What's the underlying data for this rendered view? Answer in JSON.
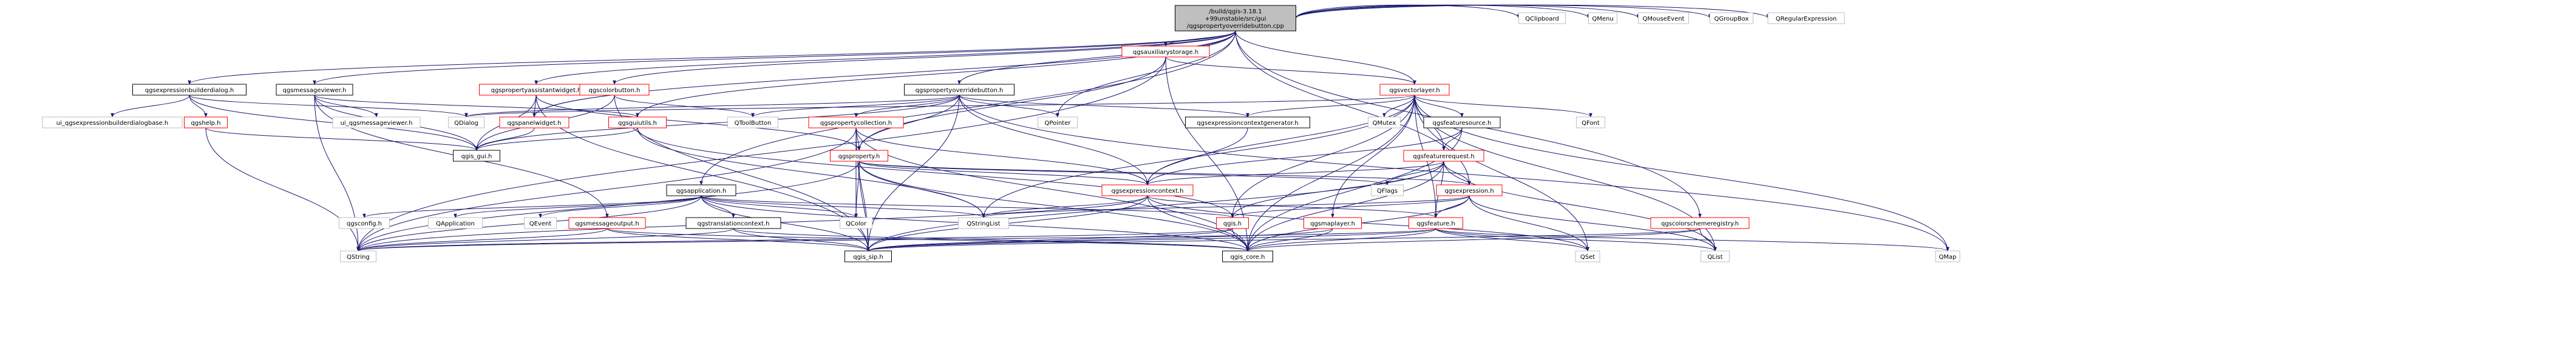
{
  "diagram": {
    "kind": "include-dependency-graph",
    "colors": {
      "edge": "#191970",
      "root_fill": "#bfbfbf",
      "red_border": "#ff0000",
      "gray_border": "#bfbfbf",
      "black_border": "#000000",
      "text": "#000000"
    },
    "nodes": [
      {
        "id": "root",
        "lines": [
          "/build/qgis-3.18.1",
          "+99unstable/src/gui",
          "/qgspropertyoverridebutton.cpp"
        ],
        "style": "root"
      },
      {
        "id": "qgsexpressionbuilderdialog",
        "lines": [
          "qgsexpressionbuilderdialog.h"
        ],
        "style": "black"
      },
      {
        "id": "ui_qgsexpressionbuilderdialogbase",
        "lines": [
          "ui_qgsexpressionbuilderdialogbase.h"
        ],
        "style": "gray"
      },
      {
        "id": "qgshelp",
        "lines": [
          "qgshelp.h"
        ],
        "style": "red"
      },
      {
        "id": "qgsmessageviewer",
        "lines": [
          "qgsmessageviewer.h"
        ],
        "style": "black"
      },
      {
        "id": "ui_qgsmessageviewer",
        "lines": [
          "ui_qgsmessageviewer.h"
        ],
        "style": "gray"
      },
      {
        "id": "qdialog",
        "lines": [
          "QDialog"
        ],
        "style": "gray"
      },
      {
        "id": "qgspropertyassistantwidget",
        "lines": [
          "qgspropertyassistantwidget.h"
        ],
        "style": "red"
      },
      {
        "id": "qgspanelwidget",
        "lines": [
          "qgspanelwidget.h"
        ],
        "style": "red"
      },
      {
        "id": "qgscolorbutton",
        "lines": [
          "qgscolorbutton.h"
        ],
        "style": "red"
      },
      {
        "id": "qgsguiutils",
        "lines": [
          "qgsguiutils.h"
        ],
        "style": "red"
      },
      {
        "id": "qgs_gui",
        "lines": [
          "qgis_gui.h"
        ],
        "style": "black"
      },
      {
        "id": "qgspropertyoverridebutton",
        "lines": [
          "qgspropertyoverridebutton.h"
        ],
        "style": "black"
      },
      {
        "id": "qtoolbutton",
        "lines": [
          "QToolButton"
        ],
        "style": "gray"
      },
      {
        "id": "qpointer",
        "lines": [
          "QPointer"
        ],
        "style": "gray"
      },
      {
        "id": "qgspropertycollection",
        "lines": [
          "qgspropertycollection.h"
        ],
        "style": "red"
      },
      {
        "id": "qgsproperty",
        "lines": [
          "qgsproperty.h"
        ],
        "style": "red"
      },
      {
        "id": "qgsauxiliarystorage",
        "lines": [
          "qgsauxiliarystorage.h"
        ],
        "style": "red"
      },
      {
        "id": "qgsvectorlayer",
        "lines": [
          "qgsvectorlayer.h"
        ],
        "style": "red"
      },
      {
        "id": "qgsexpressioncontextgenerator",
        "lines": [
          "qgsexpressioncontextgenerator.h"
        ],
        "style": "black"
      },
      {
        "id": "qmutex",
        "lines": [
          "QMutex"
        ],
        "style": "gray"
      },
      {
        "id": "qgsfeaturesource",
        "lines": [
          "qgsfeaturesource.h"
        ],
        "style": "black"
      },
      {
        "id": "qfont",
        "lines": [
          "QFont"
        ],
        "style": "gray"
      },
      {
        "id": "qgsfeaturerequest",
        "lines": [
          "qgsfeaturerequest.h"
        ],
        "style": "red"
      },
      {
        "id": "qgsexpressioncontext",
        "lines": [
          "qgsexpressioncontext.h"
        ],
        "style": "red"
      },
      {
        "id": "qflags",
        "lines": [
          "QFlags"
        ],
        "style": "gray"
      },
      {
        "id": "qgsexpression",
        "lines": [
          "qgsexpression.h"
        ],
        "style": "red"
      },
      {
        "id": "qgsapplication",
        "lines": [
          "qgsapplication.h"
        ],
        "style": "black"
      },
      {
        "id": "qgsconfig",
        "lines": [
          "qgsconfig.h"
        ],
        "style": "gray"
      },
      {
        "id": "qapplication",
        "lines": [
          "QApplication"
        ],
        "style": "gray"
      },
      {
        "id": "qevent",
        "lines": [
          "QEvent"
        ],
        "style": "gray"
      },
      {
        "id": "qgsmessageoutput",
        "lines": [
          "qgsmessageoutput.h"
        ],
        "style": "red"
      },
      {
        "id": "qgstranslationcontext",
        "lines": [
          "qgstranslationcontext.h"
        ],
        "style": "black"
      },
      {
        "id": "qcolor",
        "lines": [
          "QColor"
        ],
        "style": "gray"
      },
      {
        "id": "qstringlist",
        "lines": [
          "QStringList"
        ],
        "style": "gray"
      },
      {
        "id": "qgis_sip",
        "lines": [
          "qgis_sip.h"
        ],
        "style": "black"
      },
      {
        "id": "qgis_core",
        "lines": [
          "qgis_core.h"
        ],
        "style": "black"
      },
      {
        "id": "qgis",
        "lines": [
          "qgis.h"
        ],
        "style": "red"
      },
      {
        "id": "qgsmaplayer",
        "lines": [
          "qgsmaplayer.h"
        ],
        "style": "red"
      },
      {
        "id": "qgsfeature",
        "lines": [
          "qgsfeature.h"
        ],
        "style": "red"
      },
      {
        "id": "qset",
        "lines": [
          "QSet"
        ],
        "style": "gray"
      },
      {
        "id": "qlist",
        "lines": [
          "QList"
        ],
        "style": "gray"
      },
      {
        "id": "qmap",
        "lines": [
          "QMap"
        ],
        "style": "gray"
      },
      {
        "id": "qstring",
        "lines": [
          "QString"
        ],
        "style": "gray"
      },
      {
        "id": "qgscolorschemeregistry",
        "lines": [
          "qgscolorschemeregistry.h"
        ],
        "style": "red"
      },
      {
        "id": "qclipboard",
        "lines": [
          "QClipboard"
        ],
        "style": "gray"
      },
      {
        "id": "qmenu",
        "lines": [
          "QMenu"
        ],
        "style": "gray"
      },
      {
        "id": "qmouseevent",
        "lines": [
          "QMouseEvent"
        ],
        "style": "gray"
      },
      {
        "id": "qgroupbox",
        "lines": [
          "QGroupBox"
        ],
        "style": "gray"
      },
      {
        "id": "qregularexpression",
        "lines": [
          "QRegularExpression"
        ],
        "style": "gray"
      }
    ],
    "edges": [
      [
        "root",
        "qgsexpressionbuilderdialog"
      ],
      [
        "root",
        "qgsmessageviewer"
      ],
      [
        "root",
        "qgspropertyassistantwidget"
      ],
      [
        "root",
        "qgspanelwidget"
      ],
      [
        "root",
        "qgscolorbutton"
      ],
      [
        "root",
        "qgsguiutils"
      ],
      [
        "root",
        "qgspropertyoverridebutton"
      ],
      [
        "root",
        "qgsapplication"
      ],
      [
        "root",
        "qpointer"
      ],
      [
        "root",
        "qgsauxiliarystorage"
      ],
      [
        "root",
        "qgsvectorlayer"
      ],
      [
        "root",
        "qgsexpression"
      ],
      [
        "root",
        "qgscolorschemeregistry"
      ],
      [
        "root",
        "qclipboard"
      ],
      [
        "root",
        "qmenu"
      ],
      [
        "root",
        "qmouseevent"
      ],
      [
        "root",
        "qgroupbox"
      ],
      [
        "root",
        "qregularexpression"
      ],
      [
        "qgsexpressionbuilderdialog",
        "ui_qgsexpressionbuilderdialogbase"
      ],
      [
        "qgsexpressionbuilderdialog",
        "qgshelp"
      ],
      [
        "qgsexpressionbuilderdialog",
        "qgs_gui"
      ],
      [
        "qgsexpressionbuilderdialog",
        "qdialog"
      ],
      [
        "qgshelp",
        "qgs_gui"
      ],
      [
        "qgshelp",
        "qstring"
      ],
      [
        "qgsmessageviewer",
        "ui_qgsmessageviewer"
      ],
      [
        "qgsmessageviewer",
        "qgsguiutils"
      ],
      [
        "qgsmessageviewer",
        "qgs_gui"
      ],
      [
        "qgsmessageviewer",
        "qgsmessageoutput"
      ],
      [
        "qgsmessageviewer",
        "qstring"
      ],
      [
        "qgspropertyassistantwidget",
        "qgspanelwidget"
      ],
      [
        "qgspropertyassistantwidget",
        "qgs_gui"
      ],
      [
        "qgspropertyassistantwidget",
        "qgsproperty"
      ],
      [
        "qgspropertyassistantwidget",
        "qgis_sip"
      ],
      [
        "qgspanelwidget",
        "qgs_gui"
      ],
      [
        "qgscolorbutton",
        "qtoolbutton"
      ],
      [
        "qgscolorbutton",
        "qgs_gui"
      ],
      [
        "qgscolorbutton",
        "qgis_sip"
      ],
      [
        "qgsguiutils",
        "qgs_gui"
      ],
      [
        "qgsguiutils",
        "qstringlist"
      ],
      [
        "qgsguiutils",
        "qgis"
      ],
      [
        "qgspropertyoverridebutton",
        "qdialog"
      ],
      [
        "qgspropertyoverridebutton",
        "qtoolbutton"
      ],
      [
        "qgspropertyoverridebutton",
        "qpointer"
      ],
      [
        "qgspropertyoverridebutton",
        "qgs_gui"
      ],
      [
        "qgspropertyoverridebutton",
        "qgspropertycollection"
      ],
      [
        "qgspropertyoverridebutton",
        "qgsproperty"
      ],
      [
        "qgspropertyoverridebutton",
        "qgsexpressioncontext"
      ],
      [
        "qgspropertyoverridebutton",
        "qgsexpressioncontextgenerator"
      ],
      [
        "qgspropertyoverridebutton",
        "qgis_sip"
      ],
      [
        "qgspropertyoverridebutton",
        "qmap"
      ],
      [
        "qgspropertycollection",
        "qgsproperty"
      ],
      [
        "qgspropertycollection",
        "qgis_core"
      ],
      [
        "qgspropertycollection",
        "qgis_sip"
      ],
      [
        "qgspropertycollection",
        "qgsexpressioncontext"
      ],
      [
        "qgspropertycollection",
        "qcolor"
      ],
      [
        "qgspropertycollection",
        "qstring"
      ],
      [
        "qgsproperty",
        "qgis_core"
      ],
      [
        "qgsproperty",
        "qgis_sip"
      ],
      [
        "qgsproperty",
        "qgsexpressioncontext"
      ],
      [
        "qgsproperty",
        "qflags"
      ],
      [
        "qgsproperty",
        "qcolor"
      ],
      [
        "qgsproperty",
        "qstringlist"
      ],
      [
        "qgsproperty",
        "qgsexpression"
      ],
      [
        "qgsproperty",
        "qstring"
      ],
      [
        "qgsauxiliarystorage",
        "qgis_core"
      ],
      [
        "qgsauxiliarystorage",
        "qgsvectorlayer"
      ],
      [
        "qgsauxiliarystorage",
        "qgsproperty"
      ],
      [
        "qgsauxiliarystorage",
        "qstring"
      ],
      [
        "qgsvectorlayer",
        "qgis_core"
      ],
      [
        "qgsvectorlayer",
        "qmutex"
      ],
      [
        "qgsvectorlayer",
        "qfont"
      ],
      [
        "qgsvectorlayer",
        "qgsfeaturesource"
      ],
      [
        "qgsvectorlayer",
        "qgsfeaturerequest"
      ],
      [
        "qgsvectorlayer",
        "qgsexpressioncontextgenerator"
      ],
      [
        "qgsvectorlayer",
        "qgsexpressioncontext"
      ],
      [
        "qgsvectorlayer",
        "qgsmaplayer"
      ],
      [
        "qgsvectorlayer",
        "qgis"
      ],
      [
        "qgsvectorlayer",
        "qgsfeature"
      ],
      [
        "qgsvectorlayer",
        "qset"
      ],
      [
        "qgsvectorlayer",
        "qlist"
      ],
      [
        "qgsvectorlayer",
        "qmap"
      ],
      [
        "qgsvectorlayer",
        "qstringlist"
      ],
      [
        "qgsvectorlayer",
        "qdialog"
      ],
      [
        "qgsfeaturesource",
        "qgis_core"
      ],
      [
        "qgsfeaturesource",
        "qgsfeaturerequest"
      ],
      [
        "qgsfeaturesource",
        "qgsexpressioncontext"
      ],
      [
        "qgsfeaturerequest",
        "qflags"
      ],
      [
        "qgsfeaturerequest",
        "qgsexpression"
      ],
      [
        "qgsfeaturerequest",
        "qgsexpressioncontext"
      ],
      [
        "qgsfeaturerequest",
        "qgis"
      ],
      [
        "qgsfeaturerequest",
        "qgsfeature"
      ],
      [
        "qgsfeaturerequest",
        "qgis_sip"
      ],
      [
        "qgsfeaturerequest",
        "qlist"
      ],
      [
        "qgsfeaturerequest",
        "qgis_core"
      ],
      [
        "qgsexpressioncontextgenerator",
        "qgsexpressioncontext"
      ],
      [
        "qgsexpressioncontext",
        "qgis_core"
      ],
      [
        "qgsexpressioncontext",
        "qgis_sip"
      ],
      [
        "qgsexpressioncontext",
        "qstring"
      ],
      [
        "qgsexpressioncontext",
        "qstringlist"
      ],
      [
        "qgsexpressioncontext",
        "qset"
      ],
      [
        "qgsexpressioncontext",
        "qgsfeature"
      ],
      [
        "qgsexpression",
        "qgis_core"
      ],
      [
        "qgsexpression",
        "qset"
      ],
      [
        "qgsexpression",
        "qlist"
      ],
      [
        "qgsexpression",
        "qgis"
      ],
      [
        "qgsexpression",
        "qstringlist"
      ],
      [
        "qgsexpression",
        "qgsfeature"
      ],
      [
        "qgsapplication",
        "qgsconfig"
      ],
      [
        "qgsapplication",
        "qapplication"
      ],
      [
        "qgsapplication",
        "qevent"
      ],
      [
        "qgsapplication",
        "qstringlist"
      ],
      [
        "qgsapplication",
        "qcolor"
      ],
      [
        "qgsapplication",
        "qgstranslationcontext"
      ],
      [
        "qgsapplication",
        "qgis_core"
      ],
      [
        "qgsapplication",
        "qgis_sip"
      ],
      [
        "qgsapplication",
        "qgis"
      ],
      [
        "qgsapplication",
        "qstring"
      ],
      [
        "qgsmessageoutput",
        "qgis_core"
      ],
      [
        "qgsmessageoutput",
        "qgis_sip"
      ],
      [
        "qgsmessageoutput",
        "qstring"
      ],
      [
        "qgstranslationcontext",
        "qgis_core"
      ],
      [
        "qgstranslationcontext",
        "qgis_sip"
      ],
      [
        "qgstranslationcontext",
        "qstring"
      ],
      [
        "qgis",
        "qgis_core"
      ],
      [
        "qgis",
        "qgis_sip"
      ],
      [
        "qgis",
        "qstring"
      ],
      [
        "qgsmaplayer",
        "qgis_core"
      ],
      [
        "qgsmaplayer",
        "qgis_sip"
      ],
      [
        "qgsfeature",
        "qgis_core"
      ],
      [
        "qgsfeature",
        "qgis_sip"
      ],
      [
        "qgsfeature",
        "qset"
      ],
      [
        "qgsfeature",
        "qlist"
      ],
      [
        "qgsfeature",
        "qmap"
      ],
      [
        "qgsfeature",
        "qstring"
      ],
      [
        "qgscolorschemeregistry",
        "qgis_core"
      ],
      [
        "qgscolorschemeregistry",
        "qgis_sip"
      ],
      [
        "qgscolorschemeregistry",
        "qlist"
      ]
    ]
  }
}
